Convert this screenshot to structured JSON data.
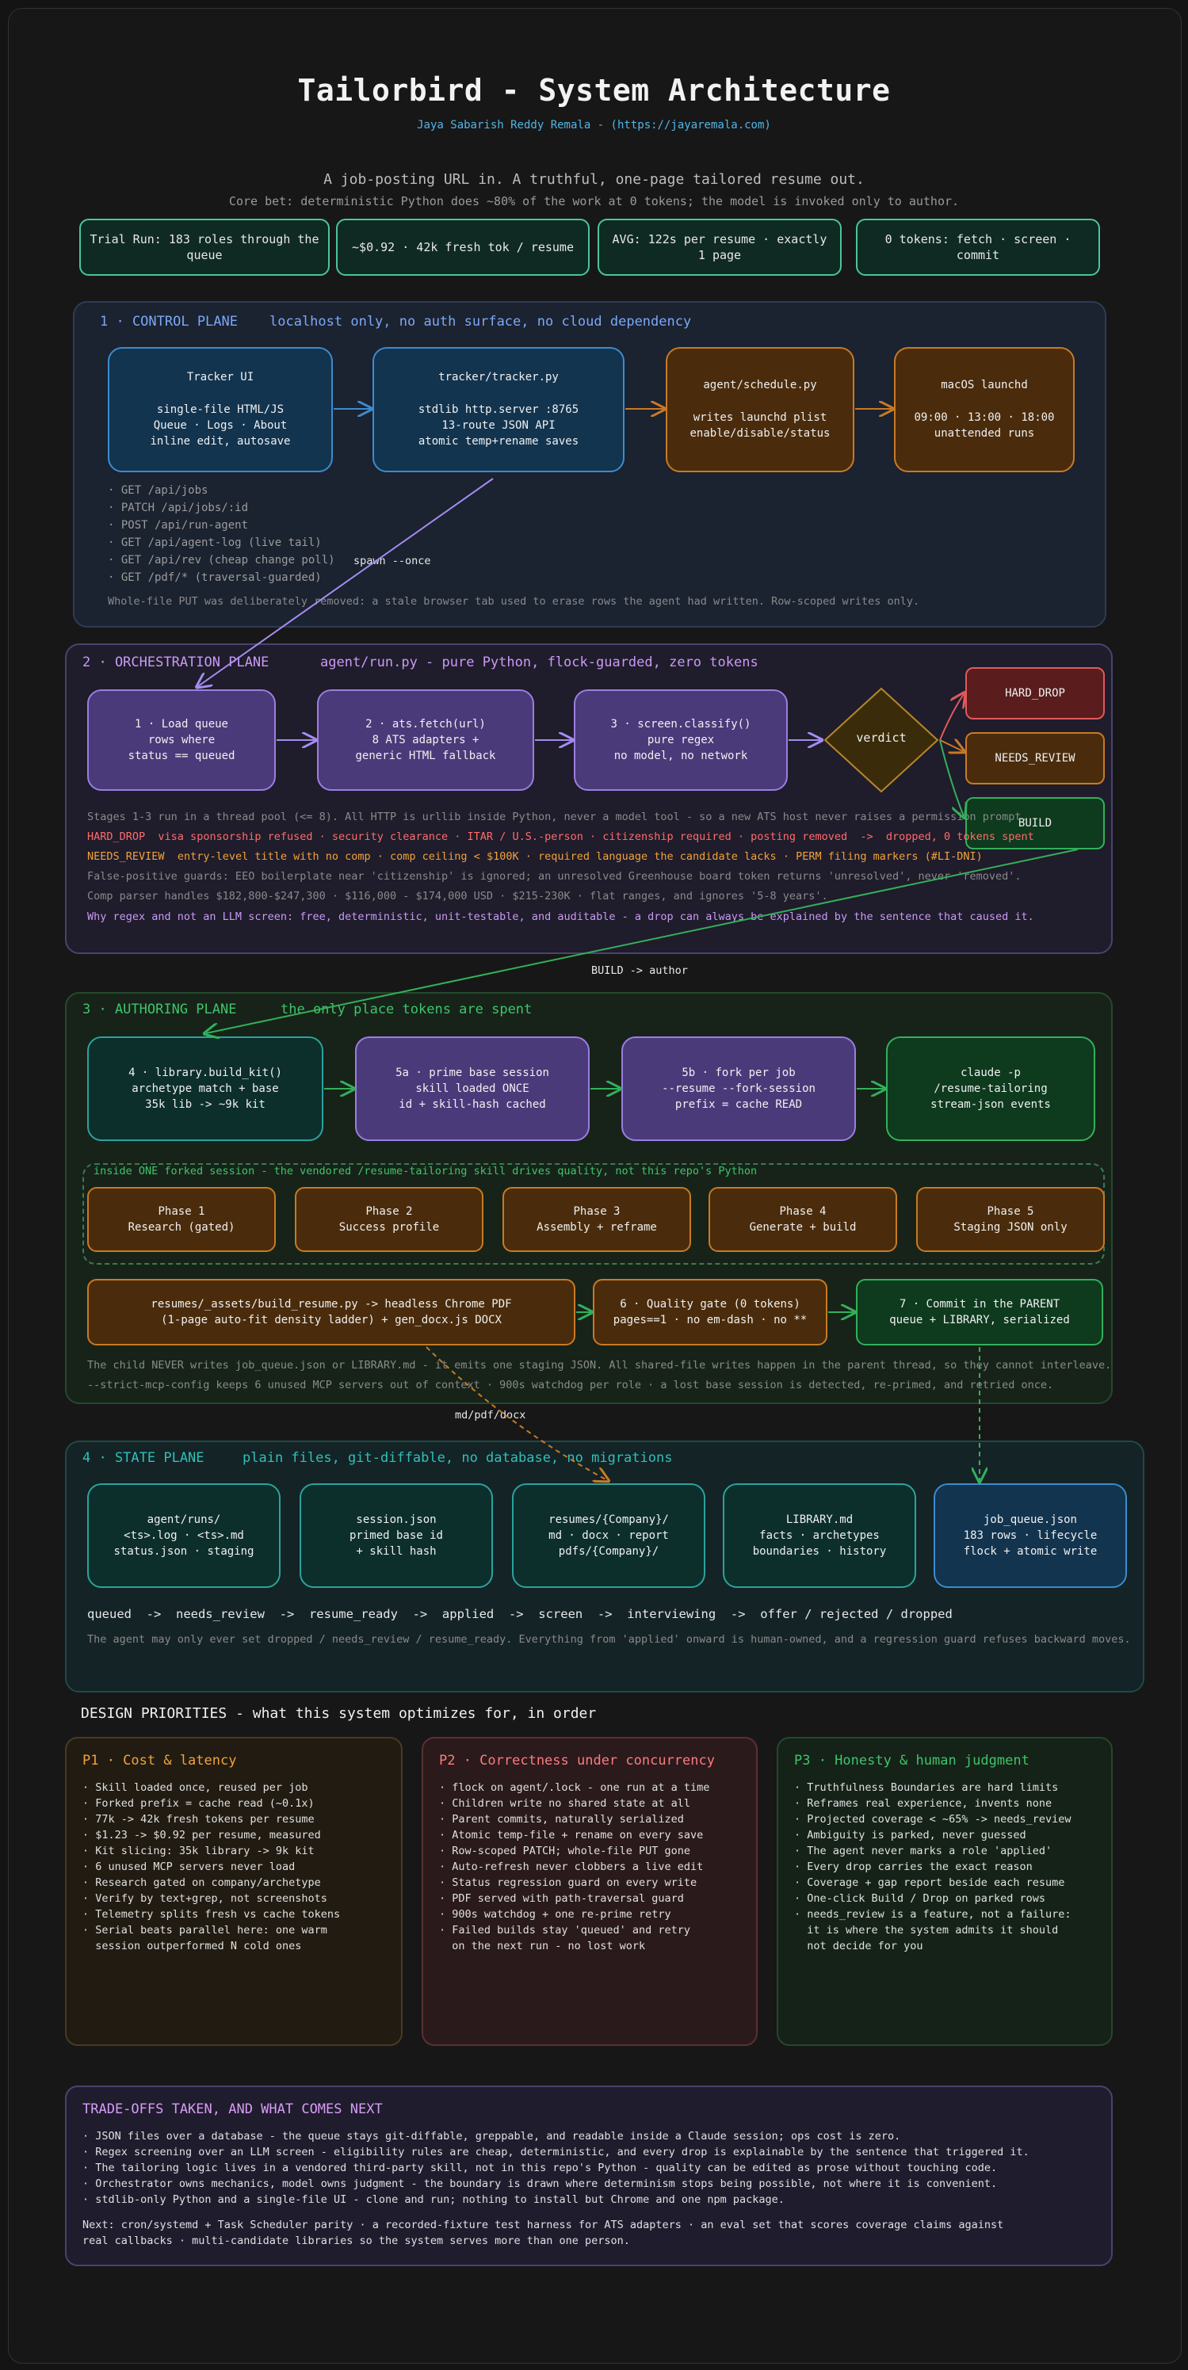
{
  "header": {
    "title": "Tailorbird - System Architecture",
    "subtitle": "Jaya Sabarish Reddy Remala - (https://jayaremala.com)",
    "tagline": "A job-posting URL in. A truthful, one-page tailored resume out.",
    "core_bet": "Core bet: deterministic Python does ~80% of the work at 0 tokens; the model is invoked only to author."
  },
  "stats": [
    "Trial Run: 183 roles through the queue",
    "~$0.92 · 42k fresh tok / resume",
    "AVG: 122s per resume · exactly 1 page",
    "0 tokens: fetch · screen · commit"
  ],
  "control_plane": {
    "heading": "1 · CONTROL PLANE",
    "subheading": "localhost only, no auth surface, no cloud dependency",
    "nodes": [
      {
        "title": "Tracker UI",
        "lines": [
          "single-file HTML/JS",
          "Queue · Logs · About",
          "inline edit, autosave"
        ]
      },
      {
        "title": "tracker/tracker.py",
        "lines": [
          "stdlib http.server :8765",
          "13-route JSON API",
          "atomic temp+rename saves"
        ]
      },
      {
        "title": "agent/schedule.py",
        "lines": [
          "writes launchd plist",
          "enable/disable/status"
        ]
      },
      {
        "title": "macOS launchd",
        "lines": [
          "09:00 · 13:00 · 18:00",
          "unattended runs"
        ]
      }
    ],
    "routes": [
      "· GET /api/jobs",
      "· PATCH /api/jobs/:id",
      "· POST /api/run-agent",
      "· GET /api/agent-log (live tail)",
      "· GET /api/rev (cheap change poll)",
      "· GET /pdf/* (traversal-guarded)"
    ],
    "note": "Whole-file PUT was deliberately removed: a stale browser tab used to erase rows the agent had written. Row-scoped writes only.",
    "spawn_label": "spawn --once"
  },
  "orchestration_plane": {
    "heading": "2 · ORCHESTRATION PLANE",
    "subheading": "agent/run.py - pure Python, flock-guarded, zero tokens",
    "nodes": [
      {
        "title": "1 · Load queue",
        "lines": [
          "rows where",
          "status == queued"
        ]
      },
      {
        "title": "2 · ats.fetch(url)",
        "lines": [
          "8 ATS adapters +",
          "generic HTML fallback"
        ]
      },
      {
        "title": "3 · screen.classify()",
        "lines": [
          "pure regex",
          "no model, no network"
        ]
      }
    ],
    "verdict": "verdict",
    "outcomes": [
      "HARD_DROP",
      "NEEDS_REVIEW",
      "BUILD"
    ],
    "note_threads": "Stages 1-3 run in a thread pool (<= 8). All HTTP is urllib inside Python, never a model tool - so a new ATS host never raises a permission prompt.",
    "hard_drop_label": "HARD_DROP",
    "hard_drop_text": "visa sponsorship refused · security clearance · ITAR / U.S.-person · citizenship required · posting removed  ->  dropped, 0 tokens spent",
    "needs_review_label": "NEEDS_REVIEW",
    "needs_review_text": "entry-level title with no comp · comp ceiling < $100K · required language the candidate lacks · PERM filing markers (#LI-DNI)",
    "note_guards": "False-positive guards: EEO boilerplate near 'citizenship' is ignored; an unresolved Greenhouse board token returns 'unresolved', never 'removed'.",
    "note_comp": "Comp parser handles $182,800-$247,300 · $116,000 - $174,000 USD · $215-230K · flat ranges, and ignores '5-8 years'.",
    "note_why": "Why regex and not an LLM screen: free, deterministic, unit-testable, and auditable - a drop can always be explained by the sentence that caused it.",
    "build_label": "BUILD -> author"
  },
  "authoring_plane": {
    "heading": "3 · AUTHORING PLANE",
    "subheading": "the only place tokens are spent",
    "nodes": [
      {
        "title": "4 · library.build_kit()",
        "lines": [
          "archetype match + base",
          "35k lib -> ~9k kit"
        ]
      },
      {
        "title": "5a · prime base session",
        "lines": [
          "skill loaded ONCE",
          "id + skill-hash cached"
        ]
      },
      {
        "title": "5b · fork per job",
        "lines": [
          "--resume --fork-session",
          "prefix = cache READ"
        ]
      },
      {
        "title": "claude -p",
        "lines": [
          "/resume-tailoring",
          "stream-json events"
        ]
      }
    ],
    "fork_caption": "inside ONE forked session - the vendored /resume-tailoring skill drives quality, not this repo's Python",
    "phases": [
      {
        "title": "Phase 1",
        "sub": "Research (gated)"
      },
      {
        "title": "Phase 2",
        "sub": "Success profile"
      },
      {
        "title": "Phase 3",
        "sub": "Assembly + reframe"
      },
      {
        "title": "Phase 4",
        "sub": "Generate + build"
      },
      {
        "title": "Phase 5",
        "sub": "Staging JSON only"
      }
    ],
    "build_resume": [
      "resumes/_assets/build_resume.py -> headless Chrome PDF",
      "(1-page auto-fit density ladder) + gen_docx.js DOCX"
    ],
    "quality_gate": [
      "6 · Quality gate (0 tokens)",
      "pages==1 · no em-dash · no **"
    ],
    "commit": [
      "7 · Commit in the PARENT",
      "queue + LIBRARY, serialized"
    ],
    "note1": "The child NEVER writes job_queue.json or LIBRARY.md - it emits one staging JSON. All shared-file writes happen in the parent thread, so they cannot interleave.",
    "note2": "--strict-mcp-config keeps 6 unused MCP servers out of context · 900s watchdog per role · a lost base session is detected, re-primed, and retried once.",
    "md_label": "md/pdf/docx"
  },
  "state_plane": {
    "heading": "4 · STATE PLANE",
    "subheading": "plain files, git-diffable, no database, no migrations",
    "nodes": [
      {
        "lines": [
          "agent/runs/",
          "<ts>.log · <ts>.md",
          "status.json · staging"
        ]
      },
      {
        "lines": [
          "session.json",
          "primed base id",
          "+ skill hash"
        ]
      },
      {
        "lines": [
          "resumes/{Company}/",
          "md · docx · report",
          "pdfs/{Company}/"
        ]
      },
      {
        "lines": [
          "LIBRARY.md",
          "facts · archetypes",
          "boundaries · history"
        ]
      },
      {
        "lines": [
          "job_queue.json",
          "183 rows · lifecycle",
          "flock + atomic write"
        ]
      }
    ],
    "lifecycle": "queued  ->  needs_review  ->  resume_ready  ->  applied  ->  screen  ->  interviewing  ->  offer / rejected / dropped",
    "note": "The agent may only ever set dropped / needs_review / resume_ready. Everything from 'applied' onward is human-owned, and a regression guard refuses backward moves."
  },
  "design_priorities": {
    "heading": "DESIGN PRIORITIES - what this system optimizes for, in order",
    "p1": {
      "title": "P1 · Cost & latency",
      "items": [
        "· Skill loaded once, reused per job",
        "· Forked prefix = cache read (~0.1x)",
        "· 77k -> 42k fresh tokens per resume",
        "· $1.23 -> $0.92 per resume, measured",
        "· Kit slicing: 35k library -> 9k kit",
        "· 6 unused MCP servers never load",
        "· Research gated on company/archetype",
        "· Verify by text+grep, not screenshots",
        "· Telemetry splits fresh vs cache tokens",
        "· Serial beats parallel here: one warm",
        "  session outperformed N cold ones"
      ]
    },
    "p2": {
      "title": "P2 · Correctness under concurrency",
      "items": [
        "· flock on agent/.lock - one run at a time",
        "· Children write no shared state at all",
        "· Parent commits, naturally serialized",
        "· Atomic temp-file + rename on every save",
        "· Row-scoped PATCH; whole-file PUT gone",
        "· Auto-refresh never clobbers a live edit",
        "· Status regression guard on every write",
        "· PDF served with path-traversal guard",
        "· 900s watchdog + one re-prime retry",
        "· Failed builds stay 'queued' and retry",
        "  on the next run - no lost work"
      ]
    },
    "p3": {
      "title": "P3 · Honesty & human judgment",
      "items": [
        "· Truthfulness Boundaries are hard limits",
        "· Reframes real experience, invents none",
        "· Projected coverage < ~65% -> needs_review",
        "· Ambiguity is parked, never guessed",
        "· The agent never marks a role 'applied'",
        "· Every drop carries the exact reason",
        "· Coverage + gap report beside each resume",
        "· One-click Build / Drop on parked rows",
        "· needs_review is a feature, not a failure:",
        "  it is where the system admits it should",
        "  not decide for you"
      ]
    }
  },
  "tradeoffs": {
    "title": "TRADE-OFFS TAKEN, AND WHAT COMES NEXT",
    "items": [
      "· JSON files over a database - the queue stays git-diffable, greppable, and readable inside a Claude session; ops cost is zero.",
      "· Regex screening over an LLM screen - eligibility rules are cheap, deterministic, and every drop is explainable by the sentence that triggered it.",
      "· The tailoring logic lives in a vendored third-party skill, not in this repo's Python - quality can be edited as prose without touching code.",
      "· Orchestrator owns mechanics, model owns judgment - the boundary is drawn where determinism stops being possible, not where it is convenient.",
      "· stdlib-only Python and a single-file UI - clone and run; nothing to install but Chrome and one npm package."
    ],
    "next": [
      "Next: cron/systemd + Task Scheduler parity · a recorded-fixture test harness for ATS adapters · an eval set that scores coverage claims against",
      "real callbacks · multi-candidate libraries so the system serves more than one person."
    ]
  },
  "colors": {
    "control": "#7aa9f7",
    "orchestration": "#c99af5",
    "authoring": "#3fc46a",
    "state": "#2fc0b8"
  }
}
